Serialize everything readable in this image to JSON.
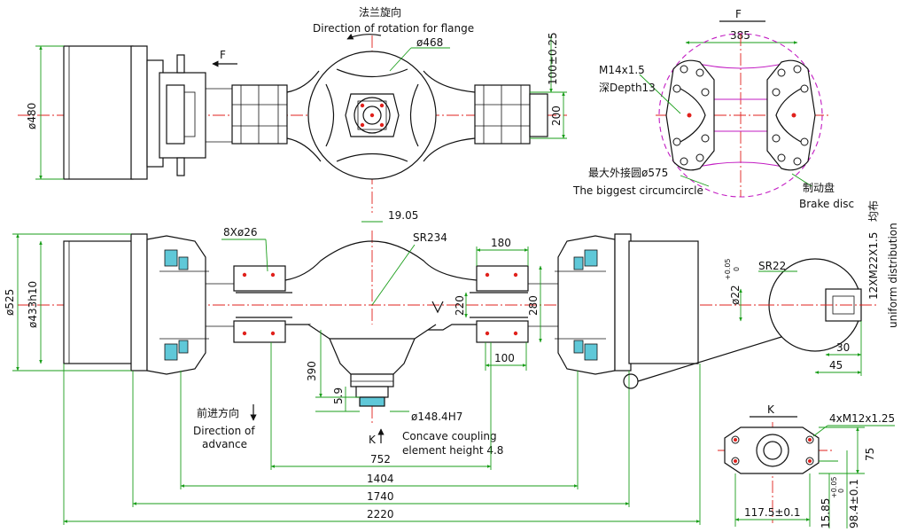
{
  "top_view": {
    "rotation_cn": "法兰旋向",
    "rotation_en": "Direction of rotation for flange",
    "flange_dia": "ø468",
    "view_f": "F",
    "dia_480": "ø480",
    "dim_100": "100±0.25",
    "dim_200": "200"
  },
  "brake_view": {
    "title": "F",
    "dim_385": "385",
    "thread": "M14x1.5",
    "depth": "深Depth13",
    "circ_cn": "最大外接圆ø575",
    "circ_en": "The biggest circumcircle",
    "disc_cn": "制动盘",
    "disc_en": "Brake disc"
  },
  "front_view": {
    "holes": "8Xø26",
    "dim_19": "19.05",
    "sr234": "SR234",
    "dim_180": "180",
    "dia_525": "ø525",
    "dia_433": "ø433h10",
    "dim_220": "220",
    "dim_280": "280",
    "dim_100": "100",
    "dim_390": "390",
    "dim_59": "5.9",
    "dia_148": "ø148.4H7",
    "k": "K",
    "coupling_1": "Concave coupling",
    "coupling_2": "element height 4.8",
    "advance_cn": "前进方向",
    "advance_en_1": "Direction of",
    "advance_en_2": "advance",
    "dim_752": "752",
    "dim_1404": "1404",
    "dim_1740": "1740",
    "dim_2220": "2220"
  },
  "detail_view": {
    "dia_22": "ø22",
    "dia_22_tol_up": "+0.05",
    "dia_22_tol_lo": "0",
    "sr22": "SR22",
    "thread_1": "12XM22X1.5",
    "thread_cn": "均布",
    "thread_2": "uniform distribution",
    "dim_30": "30",
    "dim_45": "45"
  },
  "k_view": {
    "title": "K",
    "thread": "4xM12x1.25",
    "dim_75": "75",
    "dim_117": "117.5±0.1",
    "dim_1585": "15.85",
    "dim_1585_tol_up": "+0.05",
    "dim_1585_tol_lo": "0",
    "dim_984": "98.4±0.1"
  }
}
